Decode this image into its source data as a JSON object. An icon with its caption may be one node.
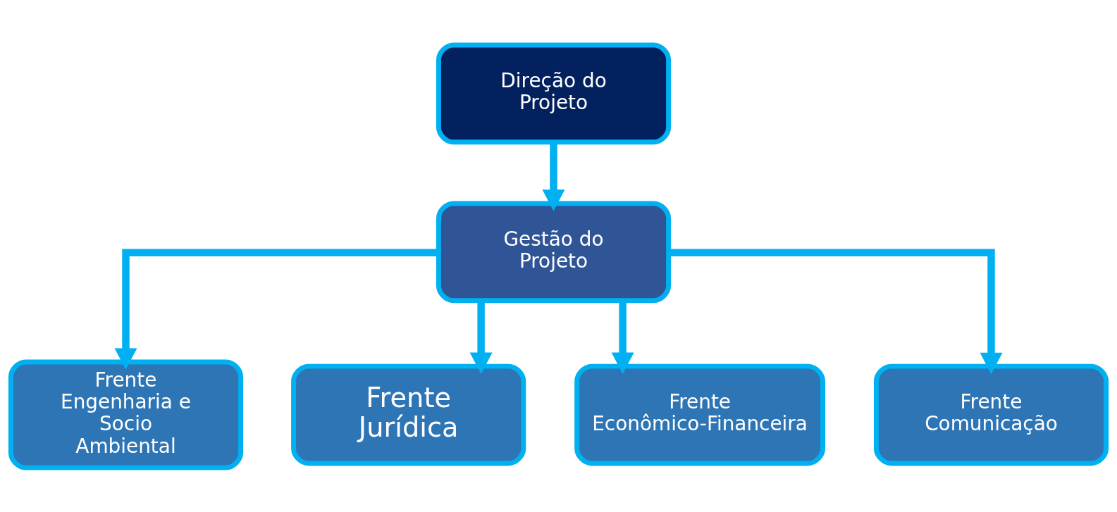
{
  "diagram": {
    "nodes": [
      {
        "text": [
          "Direção do Projeto"
        ]
      },
      {
        "text": [
          "Gestão do Projeto"
        ]
      },
      {
        "text": [
          "Frente Engenharia e Socio Ambiental"
        ]
      },
      {
        "text": [
          "Frente Jurídica"
        ]
      },
      {
        "text": [
          "Frente Econômico-Financeira"
        ]
      },
      {
        "text": [
          "Frente Comunicação"
        ]
      }
    ],
    "edges": [
      {
        "from": 0,
        "to": 1,
        "arrow": "to"
      },
      {
        "from": 1,
        "to": 2,
        "arrow": "to"
      },
      {
        "from": 1,
        "to": 3,
        "arrow": "to"
      },
      {
        "from": 1,
        "to": 4,
        "arrow": "to"
      },
      {
        "from": 1,
        "to": 5,
        "arrow": "to"
      }
    ]
  }
}
